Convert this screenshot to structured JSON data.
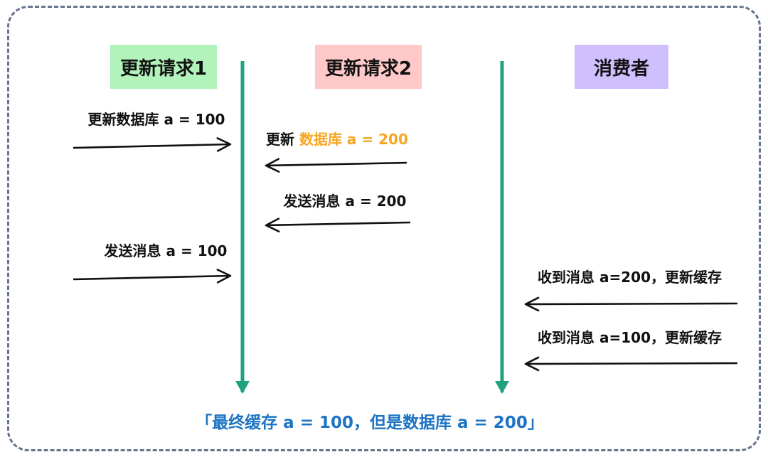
{
  "lanes": [
    {
      "label": "更新请求1",
      "color": "#b2f2bb"
    },
    {
      "label": "更新请求2",
      "color": "#ffc9c9"
    },
    {
      "label": "消费者",
      "color": "#d0bfff"
    }
  ],
  "messages": [
    {
      "label": "更新数据库 a = 100",
      "direction": "right"
    },
    {
      "prefix": "更新 ",
      "highlight": "数据库 a = 200",
      "direction": "left"
    },
    {
      "label": "发送消息 a = 200",
      "direction": "left"
    },
    {
      "label": "发送消息 a = 100",
      "direction": "right"
    },
    {
      "label": "收到消息 a=200，更新缓存",
      "direction": "left"
    },
    {
      "label": "收到消息 a=100，更新缓存",
      "direction": "left"
    }
  ],
  "conclusion": "「最终缓存 a = 100，但是数据库 a = 200」",
  "colors": {
    "lane1_bg": "#b2f2bb",
    "lane2_bg": "#ffc9c9",
    "lane3_bg": "#d0bfff",
    "lifeline_teal": "#20a180",
    "highlight_orange": "#f5a623",
    "conclusion_blue": "#1d74c4",
    "border_dash": "#64748b",
    "arrow_black": "#111111"
  }
}
